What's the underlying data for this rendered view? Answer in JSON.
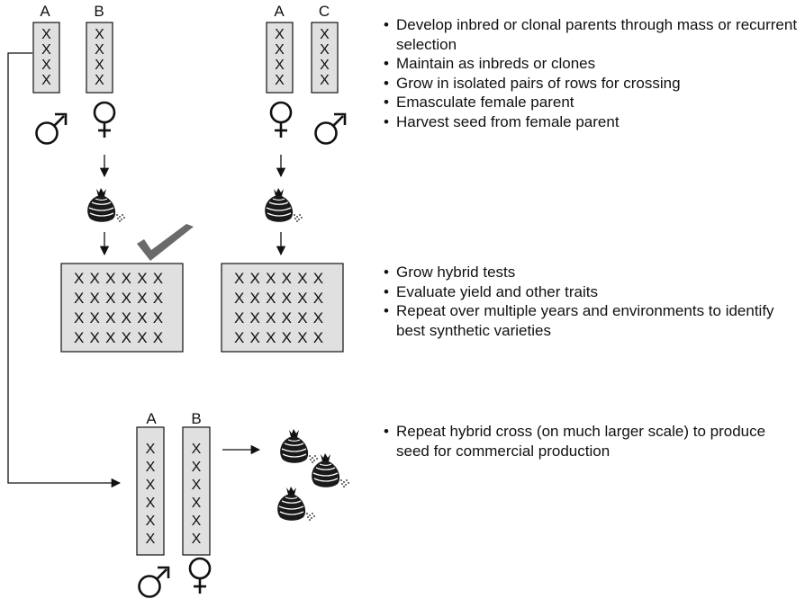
{
  "colors": {
    "box_fill": "#e0e0e0",
    "stroke": "#111111",
    "check": "#6a6a6a",
    "text": "#111111"
  },
  "icons": [
    "male-symbol-icon",
    "female-symbol-icon",
    "seed-bag-icon",
    "checkmark-icon",
    "arrow-icon"
  ],
  "plot_mark": "X",
  "parents_ab": {
    "left_label": "A",
    "right_label": "B",
    "left_sex": "male",
    "right_sex": "female"
  },
  "parents_ac": {
    "left_label": "A",
    "right_label": "C",
    "left_sex": "female",
    "right_sex": "male"
  },
  "production": {
    "left_label": "A",
    "right_label": "B",
    "left_sex": "male",
    "right_sex": "female"
  },
  "bullets_step1": [
    "Develop inbred or clonal parents through mass or recurrent selection",
    "Maintain as inbreds or clones",
    "Grow in isolated pairs of rows for crossing",
    "Emasculate female parent",
    "Harvest seed from female parent"
  ],
  "bullets_step2": [
    "Grow hybrid tests",
    "Evaluate yield and other traits",
    "Repeat over multiple years and environments to identify best synthetic varieties"
  ],
  "bullets_step3": [
    "Repeat hybrid cross (on much larger scale) to produce seed for commercial production"
  ]
}
